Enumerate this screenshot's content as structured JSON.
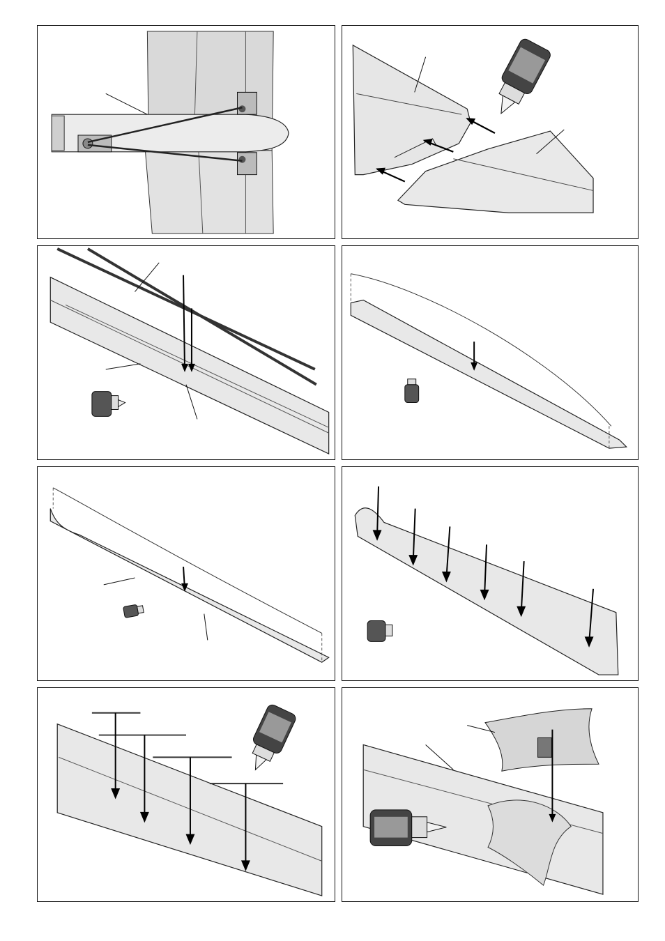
{
  "page": {
    "background": "#ffffff",
    "panel_border_color": "#111111",
    "part_fill": "#e4e4e4",
    "line_color": "#222222"
  },
  "panels": [
    {
      "id": 1,
      "illustration": "tail-assembly-pushrods"
    },
    {
      "id": 2,
      "illustration": "wing-joint-with-glue-bottle"
    },
    {
      "id": 3,
      "illustration": "carbon-spar-insertion"
    },
    {
      "id": 4,
      "illustration": "wing-spar-gluing"
    },
    {
      "id": 5,
      "illustration": "wing-top-cover"
    },
    {
      "id": 6,
      "illustration": "wing-ribs-insertion"
    },
    {
      "id": 7,
      "illustration": "wing-strips-gluing"
    },
    {
      "id": 8,
      "illustration": "wing-cover-plate-with-clip"
    }
  ]
}
